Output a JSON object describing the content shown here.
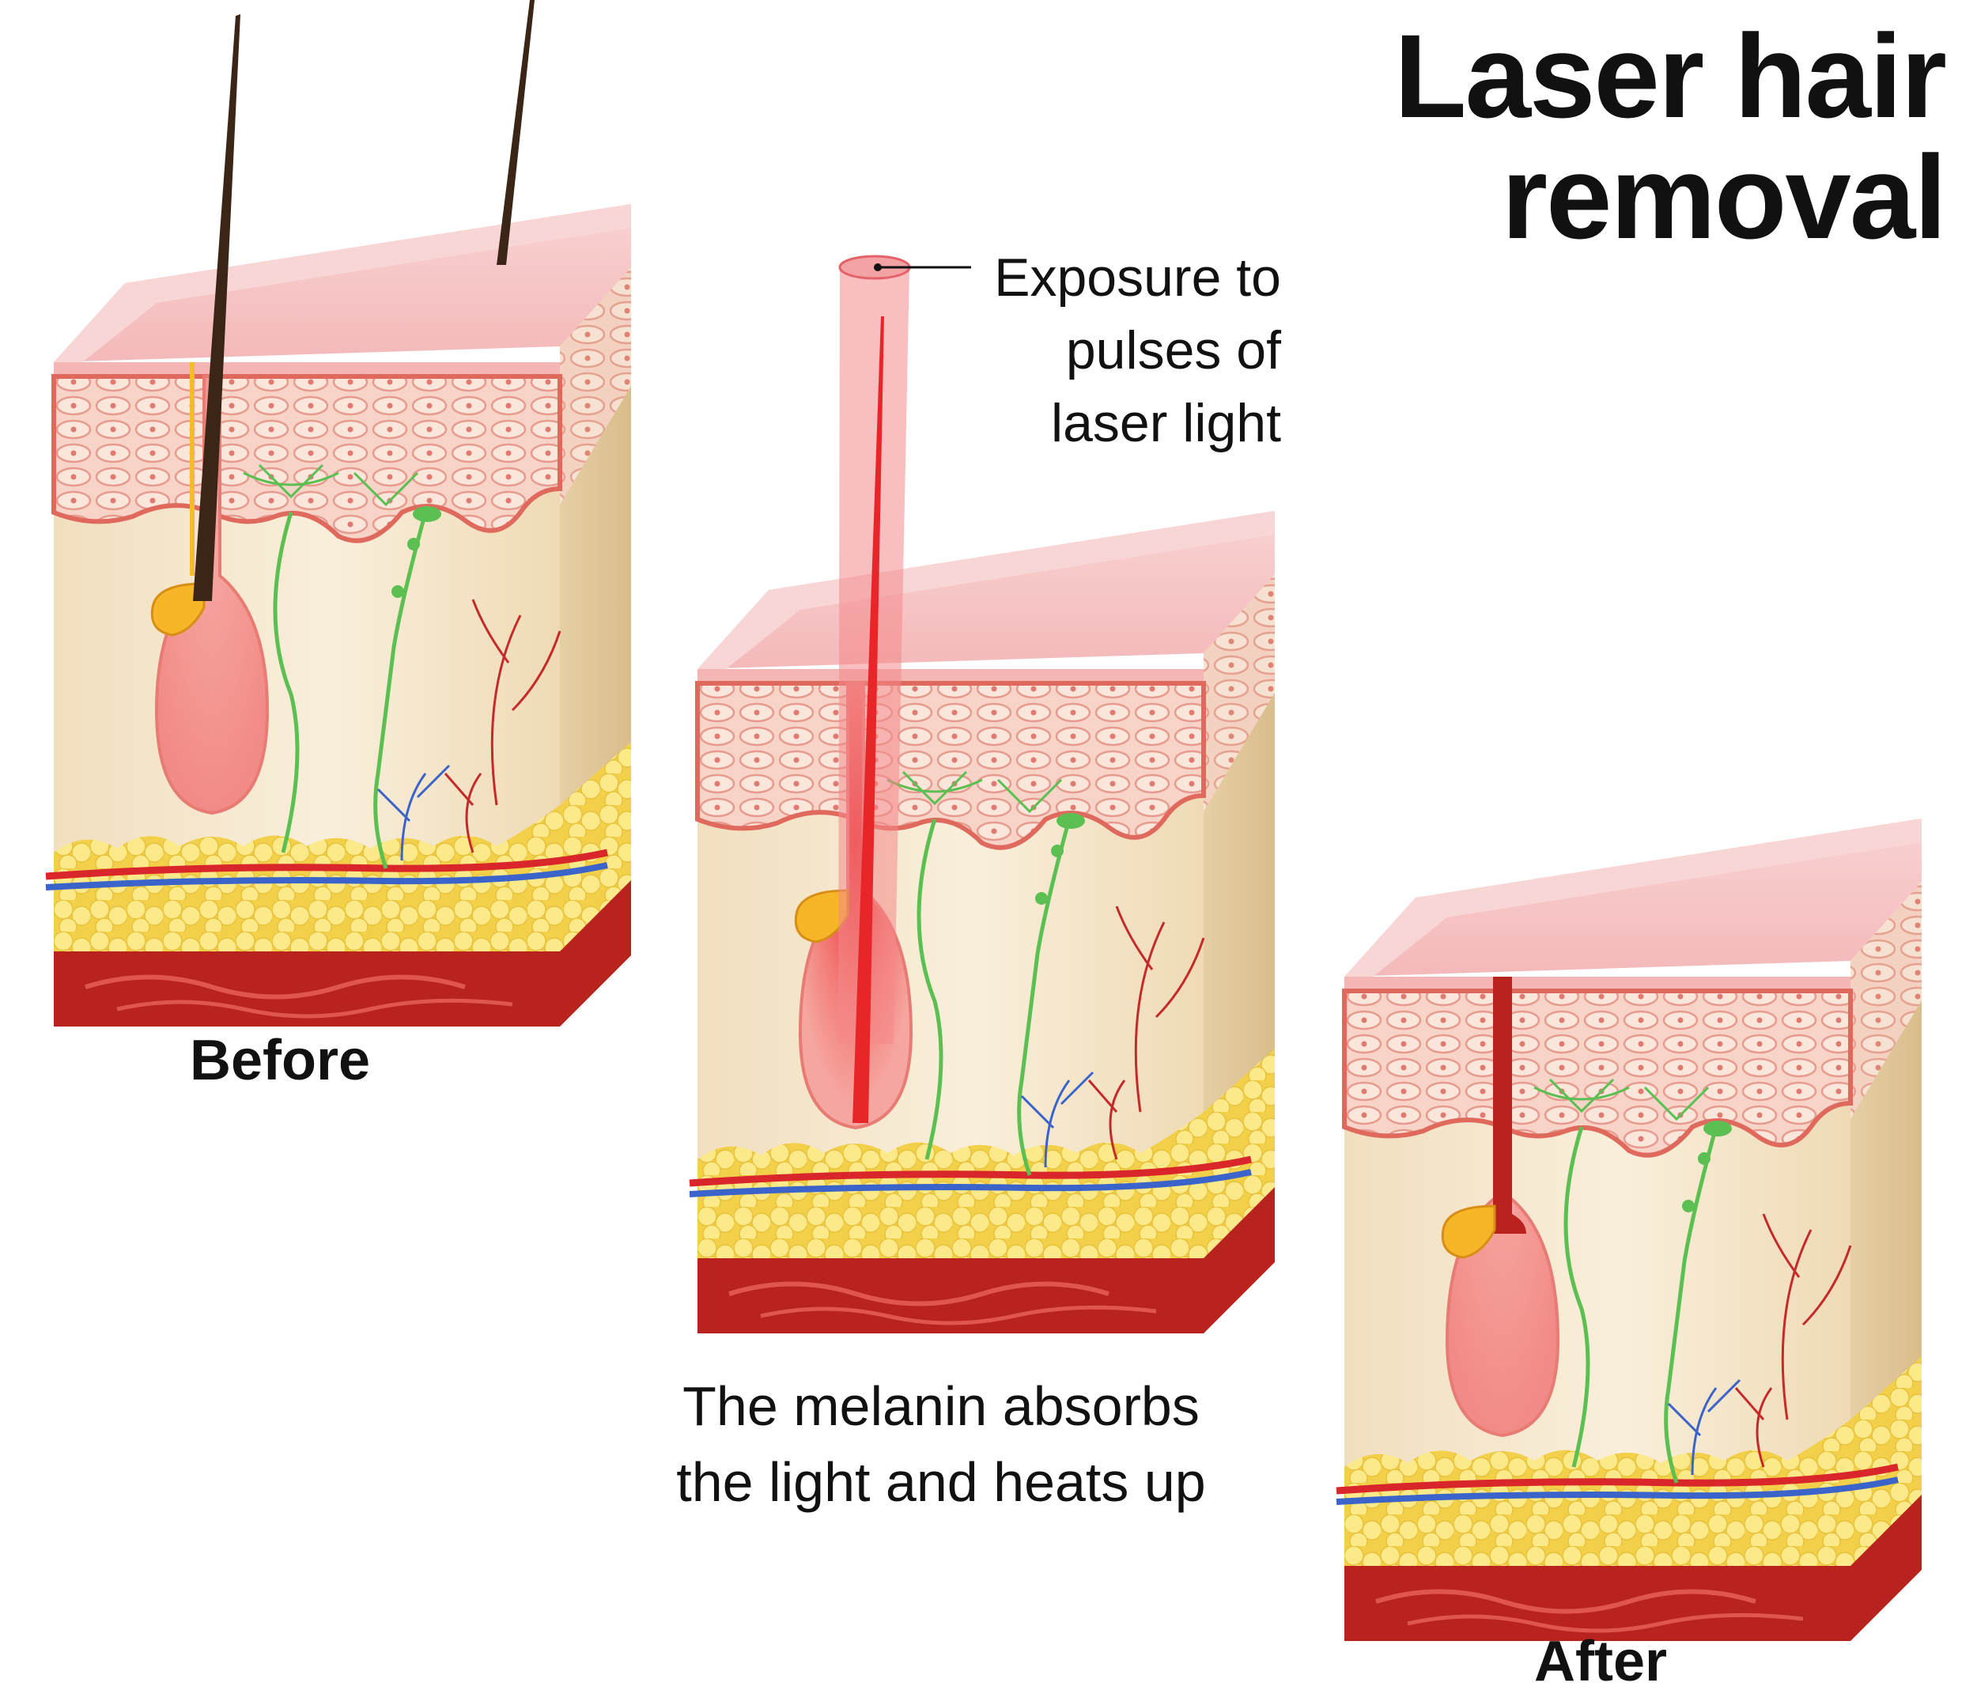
{
  "title": {
    "line1": "Laser hair",
    "line2": "removal"
  },
  "annotation_laser": {
    "line1": "Exposure to",
    "line2": "pulses of",
    "line3": "laser light"
  },
  "caption_melanin": {
    "line1": "The melanin absorbs",
    "line2": "the light and heats up"
  },
  "stage_before": "Before",
  "stage_after": "After",
  "colors": {
    "skin_top": "#f7c3c4",
    "dermis": "#f3e3c6",
    "fat": "#f6dc5e",
    "muscle": "#b8231d",
    "hair": "#3a2516",
    "laser": "#e8262a",
    "nerve": "#5bbf52",
    "vein": "#3a64c9",
    "artery": "#d8262b"
  }
}
